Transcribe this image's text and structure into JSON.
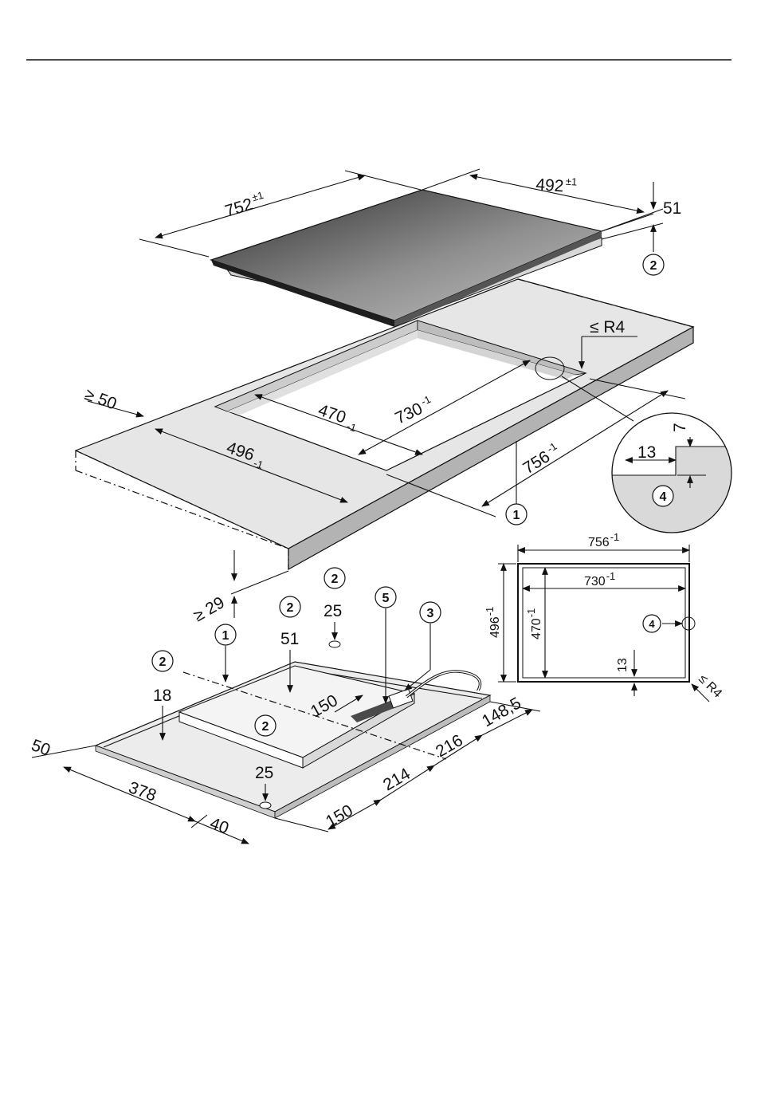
{
  "hob": {
    "width": "752",
    "width_tol": "±1",
    "depth": "492",
    "depth_tol": "±1",
    "height": "51"
  },
  "worktop": {
    "edge_min": "≥ 50",
    "radius_max": "≤ R4",
    "cutout_depth_outer": "496",
    "cutout_depth_outer_tol": "-1",
    "cutout_depth_inner": "470",
    "cutout_depth_inner_tol": "-1",
    "cutout_width_inner": "730",
    "cutout_width_inner_tol": "-1",
    "cutout_width_outer": "756",
    "cutout_width_outer_tol": "-1",
    "below_min": "≥ 29"
  },
  "detail": {
    "step_width": "13",
    "step_height": "7"
  },
  "underside": {
    "d50": "50",
    "d378": "378",
    "d40": "40",
    "d150a": "150",
    "d214": "214",
    "d216": "216",
    "d148": "148,5",
    "d150b": "150",
    "depth_18": "18",
    "depth_51": "51",
    "depth_25a": "25",
    "depth_25b": "25"
  },
  "plan": {
    "outer_width": "756",
    "outer_width_tol": "-1",
    "inner_width": "730",
    "inner_width_tol": "-1",
    "outer_depth": "496",
    "outer_depth_tol": "-1",
    "inner_depth": "470",
    "inner_depth_tol": "-1",
    "gap": "13",
    "radius": "≤ R4"
  },
  "callouts": {
    "c1": "1",
    "c2": "2",
    "c3": "3",
    "c4": "4",
    "c5": "5"
  },
  "colors": {
    "line": "#111111",
    "worktop": "#e6e6e6",
    "edge": "#b3b3b3",
    "hob_dark": "#3a3a3a",
    "hob_light": "#a8a8a8"
  }
}
